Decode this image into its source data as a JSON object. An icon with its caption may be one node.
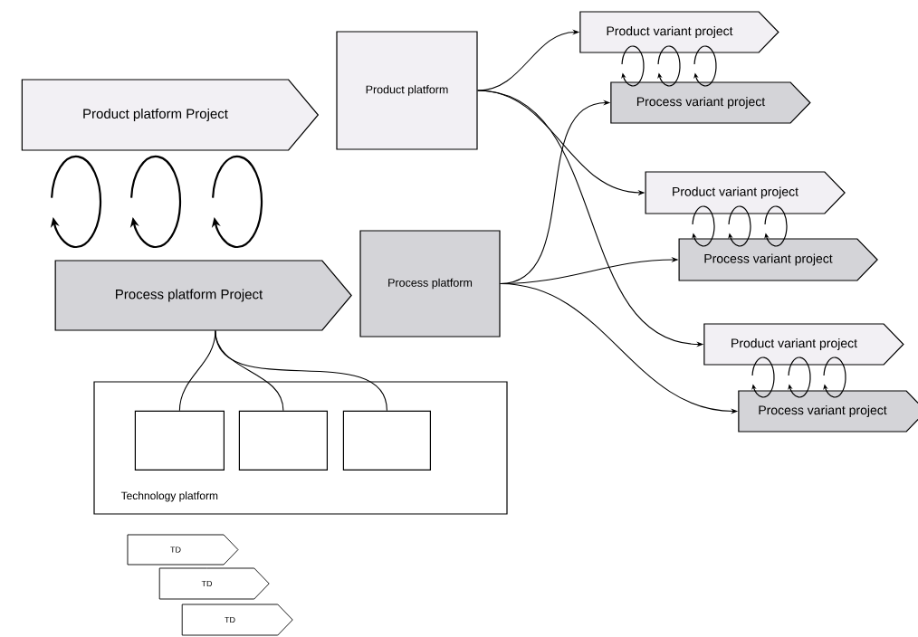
{
  "diagram": {
    "nodes": [
      {
        "text": [
          "Product platform Project"
        ]
      },
      {
        "text": [
          "Process platform Project"
        ]
      },
      {
        "text": [
          "Product platform"
        ]
      },
      {
        "text": [
          "Process platform"
        ]
      },
      {
        "text": [
          "Product variant project"
        ]
      },
      {
        "text": [
          "Process variant project"
        ]
      },
      {
        "text": [
          "Product variant project"
        ]
      },
      {
        "text": [
          "Process variant project"
        ]
      },
      {
        "text": [
          "Product variant project"
        ]
      },
      {
        "text": [
          "Process variant project"
        ]
      },
      {
        "text": [
          "Technology platform"
        ]
      },
      {
        "text": [],
        "shape": "box",
        "in": 10
      },
      {
        "text": [],
        "shape": "box",
        "in": 10
      },
      {
        "text": [],
        "shape": "box",
        "in": 10
      },
      {
        "text": [
          "TD"
        ]
      },
      {
        "text": [
          "TD"
        ]
      },
      {
        "text": [
          "TD"
        ]
      }
    ],
    "edges": [
      {
        "from": 2,
        "to": 4,
        "arrow": "to"
      },
      {
        "from": 2,
        "to": 6,
        "arrow": "to"
      },
      {
        "from": 2,
        "to": 8,
        "arrow": "to"
      },
      {
        "from": 3,
        "to": 5,
        "arrow": "to"
      },
      {
        "from": 3,
        "to": 7,
        "arrow": "to"
      },
      {
        "from": 3,
        "to": 9,
        "arrow": "to"
      },
      {
        "from": 1,
        "to": 11,
        "arrow": "none"
      },
      {
        "from": 1,
        "to": 12,
        "arrow": "none"
      },
      {
        "from": 1,
        "to": 13,
        "arrow": "none"
      }
    ]
  }
}
